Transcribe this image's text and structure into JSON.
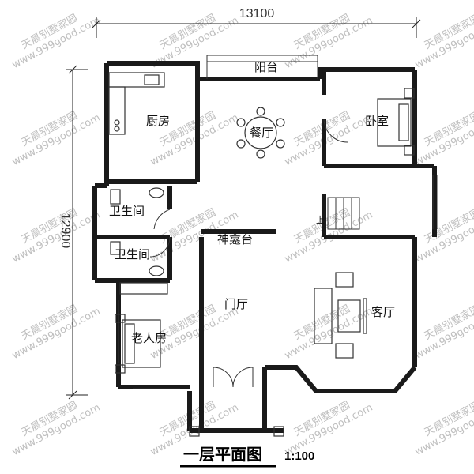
{
  "dimensions": {
    "width": "13100",
    "height": "12900"
  },
  "rooms": {
    "balcony": "阳台",
    "kitchen": "厨房",
    "dining": "餐厅",
    "bedroom": "卧室",
    "bathroom_upper": "卫生间",
    "bathroom_lower": "卫生间",
    "shrine_table": "神龛台",
    "foyer": "门厅",
    "living_room": "客厅",
    "elder_room": "老人房"
  },
  "stairs": {
    "label": "上"
  },
  "title": {
    "text": "一层平面图",
    "scale": "1:100"
  },
  "watermark": {
    "line1": "天晨别墅家园",
    "line2": "www.999good.com"
  }
}
